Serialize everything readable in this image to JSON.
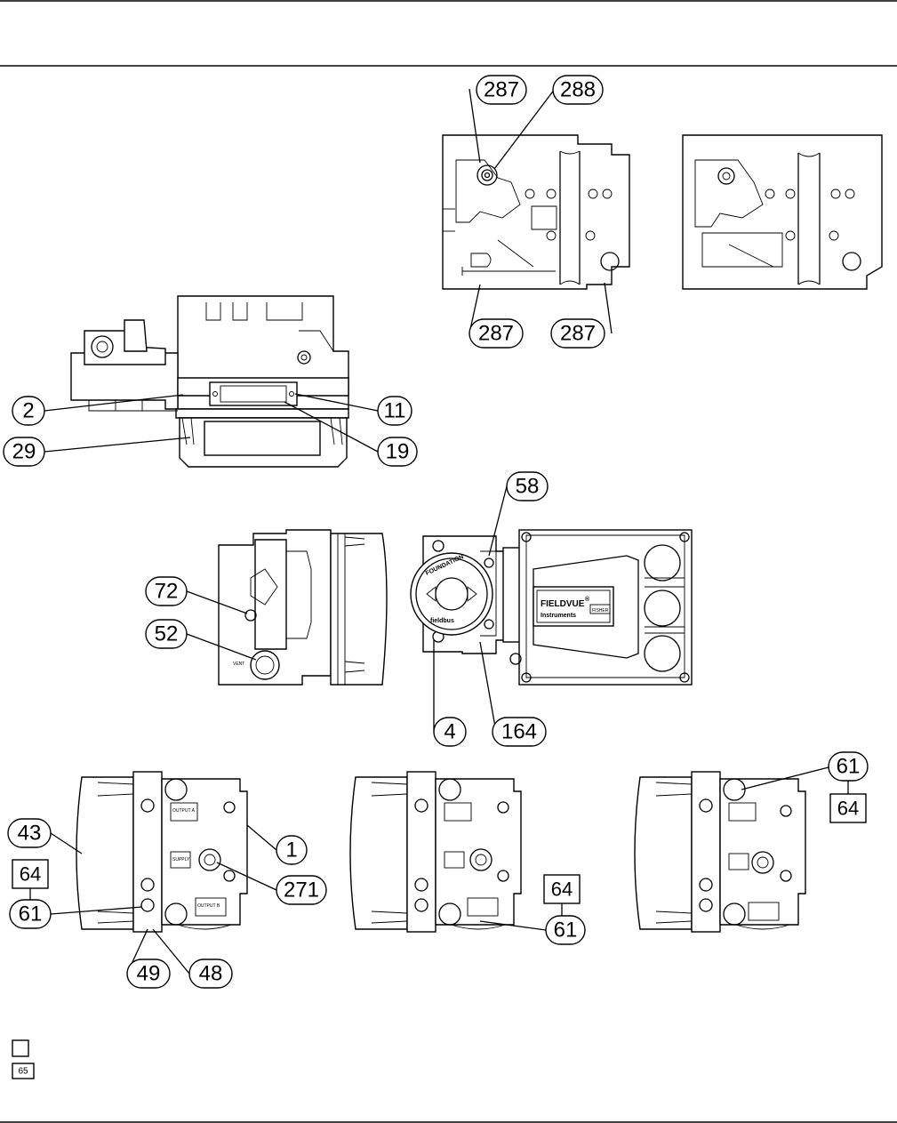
{
  "callouts": {
    "c287a": "287",
    "c288": "288",
    "c287b": "287",
    "c287c": "287",
    "c2": "2",
    "c11": "11",
    "c29": "29",
    "c19": "19",
    "c58": "58",
    "c72": "72",
    "c52": "52",
    "c4": "4",
    "c164": "164",
    "c43": "43",
    "c1": "1",
    "c271": "271",
    "c61a": "61",
    "c49": "49",
    "c48": "48",
    "c61b": "61",
    "c61c": "61"
  },
  "boxed": {
    "b64a": "64",
    "b64b": "64",
    "b64c": "64"
  },
  "legend": {
    "key_number": "65"
  },
  "nameplate": {
    "brand": "FIELDVUE",
    "registered": "®",
    "sub": "Instruments",
    "maker": "FISHER"
  },
  "cover_label": {
    "top": "FOUNDATION",
    "mid": "fieldbus"
  },
  "port_labels": {
    "output_a": "OUTPUT A",
    "output_b": "OUTPUT B",
    "supply": "SUPPLY",
    "vent": "VENT"
  }
}
